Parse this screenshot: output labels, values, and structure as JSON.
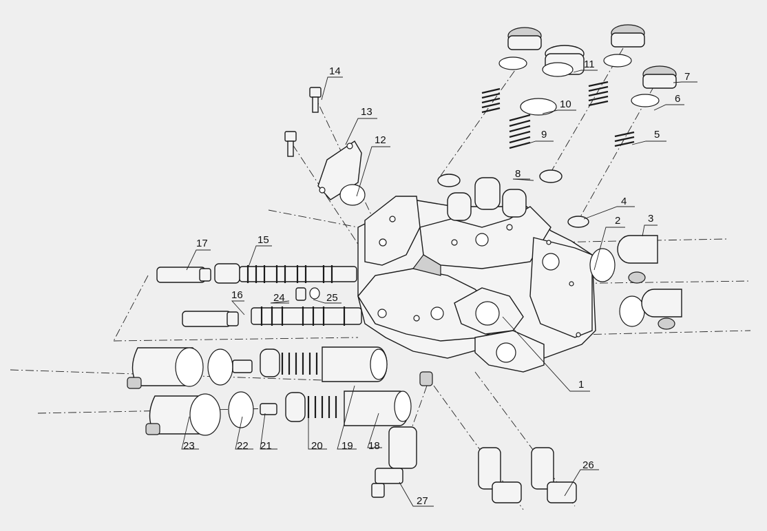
{
  "callouts": [
    "1",
    "2",
    "3",
    "4",
    "5",
    "6",
    "7",
    "8",
    "9",
    "10",
    "11",
    "12",
    "13",
    "14",
    "15",
    "16",
    "17",
    "18",
    "19",
    "20",
    "21",
    "22",
    "23",
    "24",
    "25",
    "26",
    "27"
  ]
}
